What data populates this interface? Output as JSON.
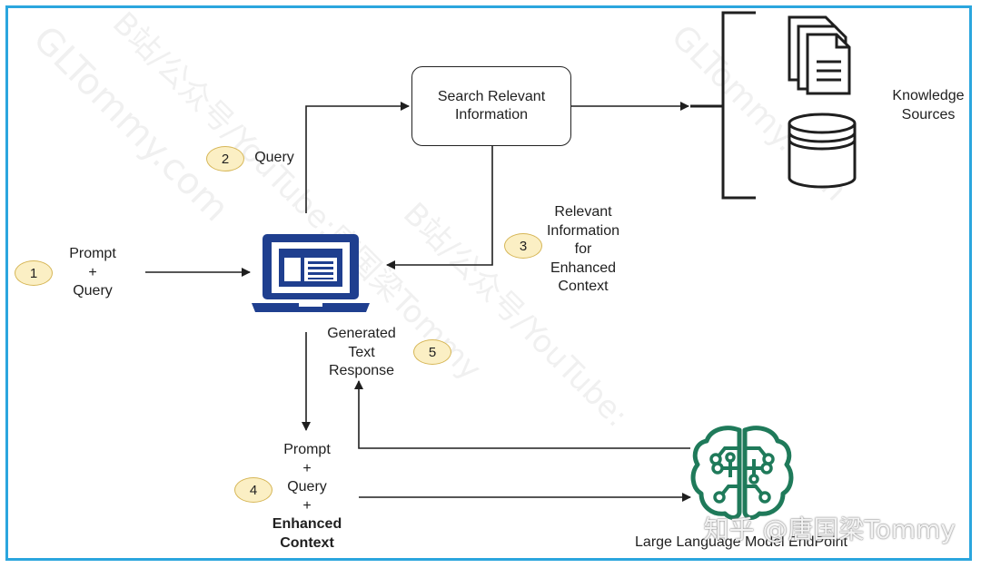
{
  "steps": [
    {
      "number": "1",
      "label_lines": [
        "Prompt",
        "+",
        "Query"
      ]
    },
    {
      "number": "2",
      "label_lines": [
        "Query"
      ]
    },
    {
      "number": "3",
      "label_lines": [
        "Relevant",
        "Information",
        "for",
        "Enhanced",
        "Context"
      ]
    },
    {
      "number": "4",
      "label_lines": [
        "Prompt",
        "+",
        "Query",
        "+"
      ],
      "bold_lines": [
        "Enhanced",
        "Context"
      ]
    },
    {
      "number": "5",
      "label_lines": [
        "Generated",
        "Text",
        "Response"
      ]
    }
  ],
  "search_box": {
    "lines": [
      "Search Relevant",
      "Information"
    ]
  },
  "knowledge": {
    "lines": [
      "Knowledge",
      "Sources"
    ],
    "icons": [
      "documents-icon",
      "database-icon"
    ]
  },
  "llm": {
    "label": "Large Language Model EndPoint",
    "icon": "brain-circuit-icon"
  },
  "client": {
    "icon": "laptop-icon"
  },
  "watermark": {
    "text": "知乎 @唐国梁Tommy",
    "diagonal": [
      "GLTommy.com",
      "B站/公众号/YouTube:唐国梁Tommy",
      "B站/公众号/YouTube:",
      "GLTommy.com"
    ]
  },
  "colors": {
    "frame": "#2ba6de",
    "badge_fill": "#fbefc4",
    "badge_border": "#d6b656",
    "laptop": "#1f3f8f",
    "brain": "#1f7a5a",
    "line": "#1f1f1f"
  }
}
